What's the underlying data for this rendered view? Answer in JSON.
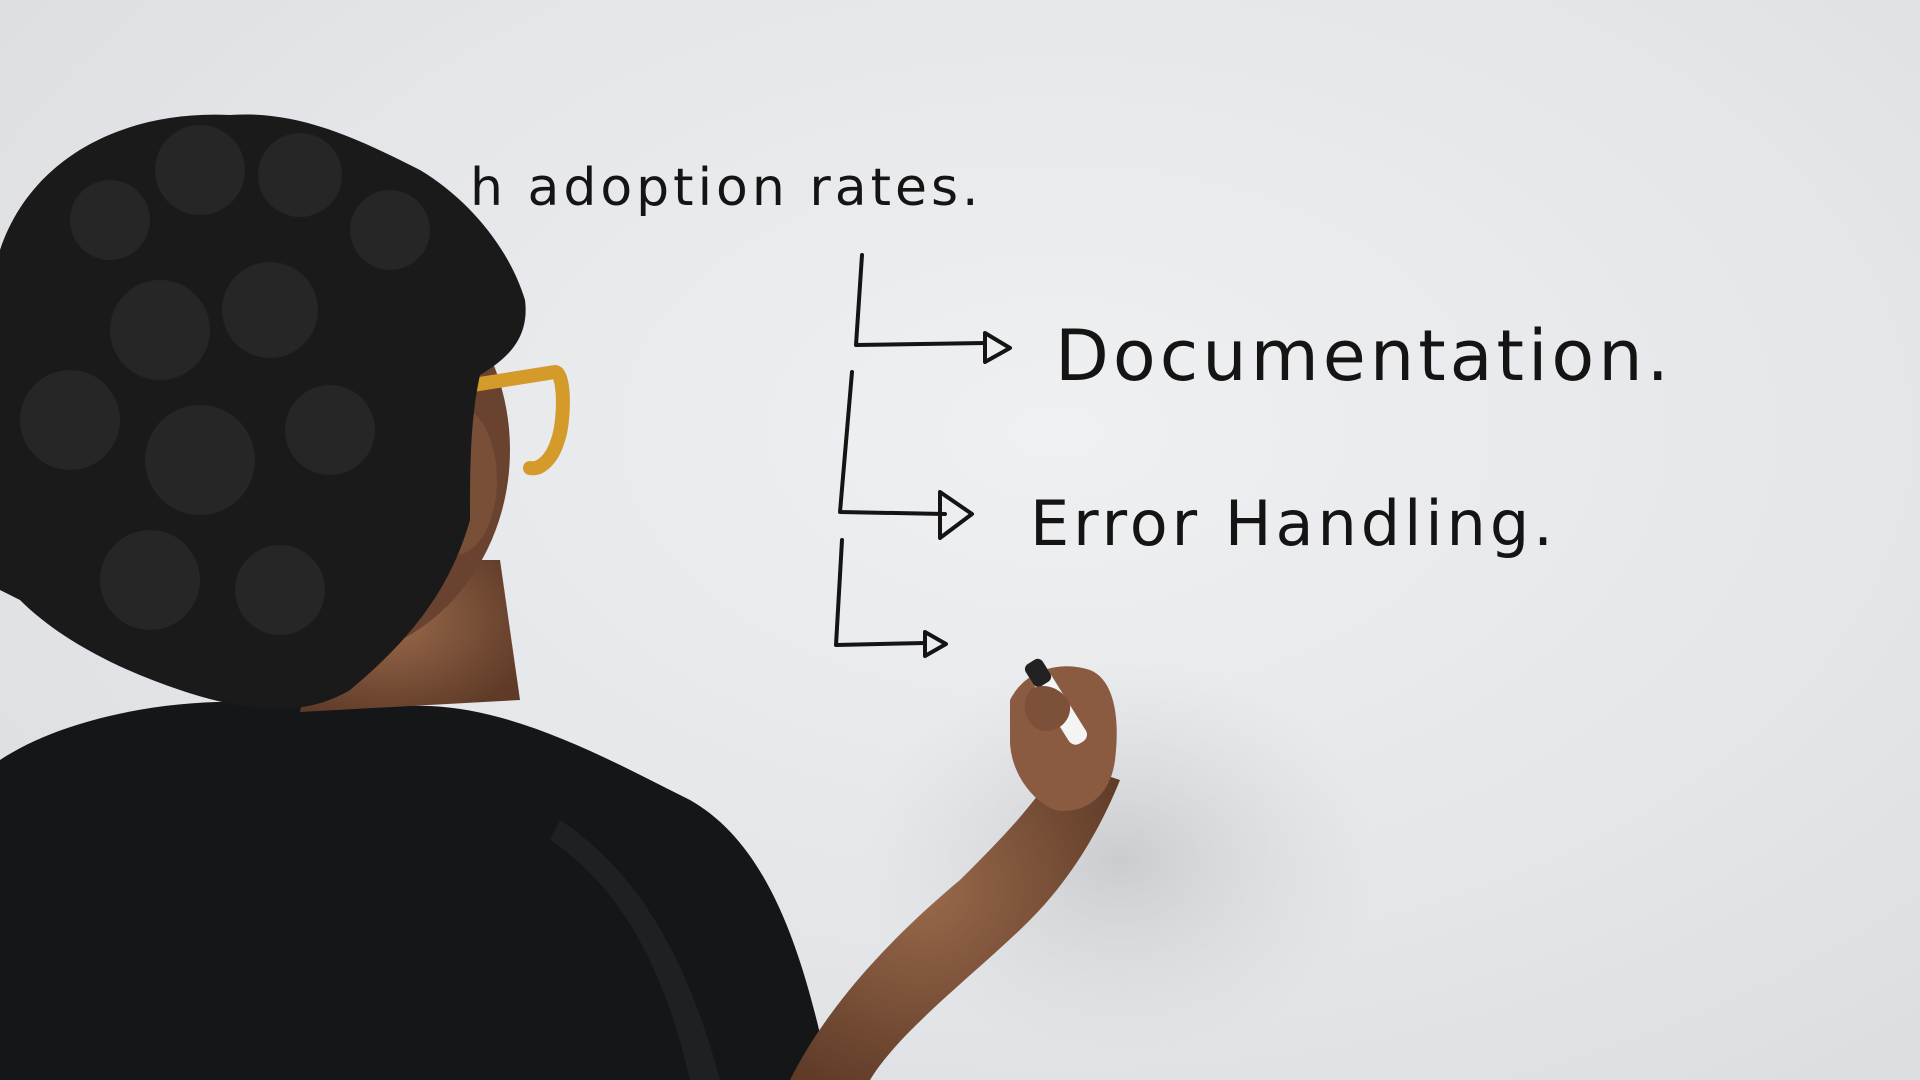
{
  "board": {
    "top_line": "h adoption rates.",
    "items": [
      {
        "label": "Documentation."
      },
      {
        "label": "Error Handling."
      },
      {
        "label": ""
      }
    ]
  },
  "colors": {
    "board": "#e6e8eb",
    "ink": "#141414",
    "shirt": "#151617",
    "hair": "#1a1a1a",
    "glasses": "#d49a2a",
    "skin": "#7a4f37"
  }
}
